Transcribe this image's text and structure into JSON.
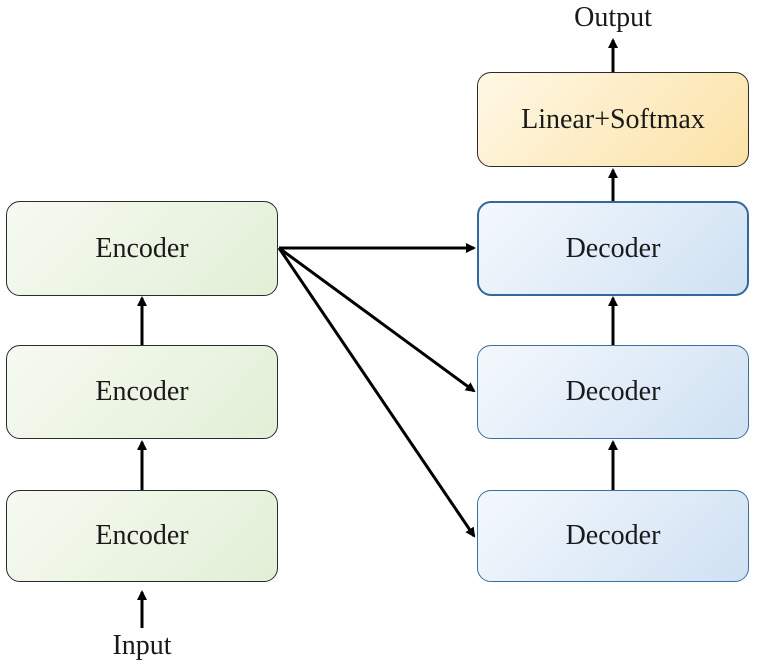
{
  "encoder_stack": {
    "blocks": [
      {
        "label": "Encoder"
      },
      {
        "label": "Encoder"
      },
      {
        "label": "Encoder"
      }
    ]
  },
  "decoder_stack": {
    "blocks": [
      {
        "label": "Decoder"
      },
      {
        "label": "Decoder"
      },
      {
        "label": "Decoder"
      }
    ]
  },
  "output_layer": {
    "label": "Linear+Softmax"
  },
  "io": {
    "input_label": "Input",
    "output_label": "Output"
  },
  "colors": {
    "encoder_fill": "#e2efd6",
    "decoder_fill": "#cfe1f3",
    "decoder_border": "#3a6f9e",
    "linear_fill": "#fbe2a6",
    "arrow": "#000000"
  }
}
